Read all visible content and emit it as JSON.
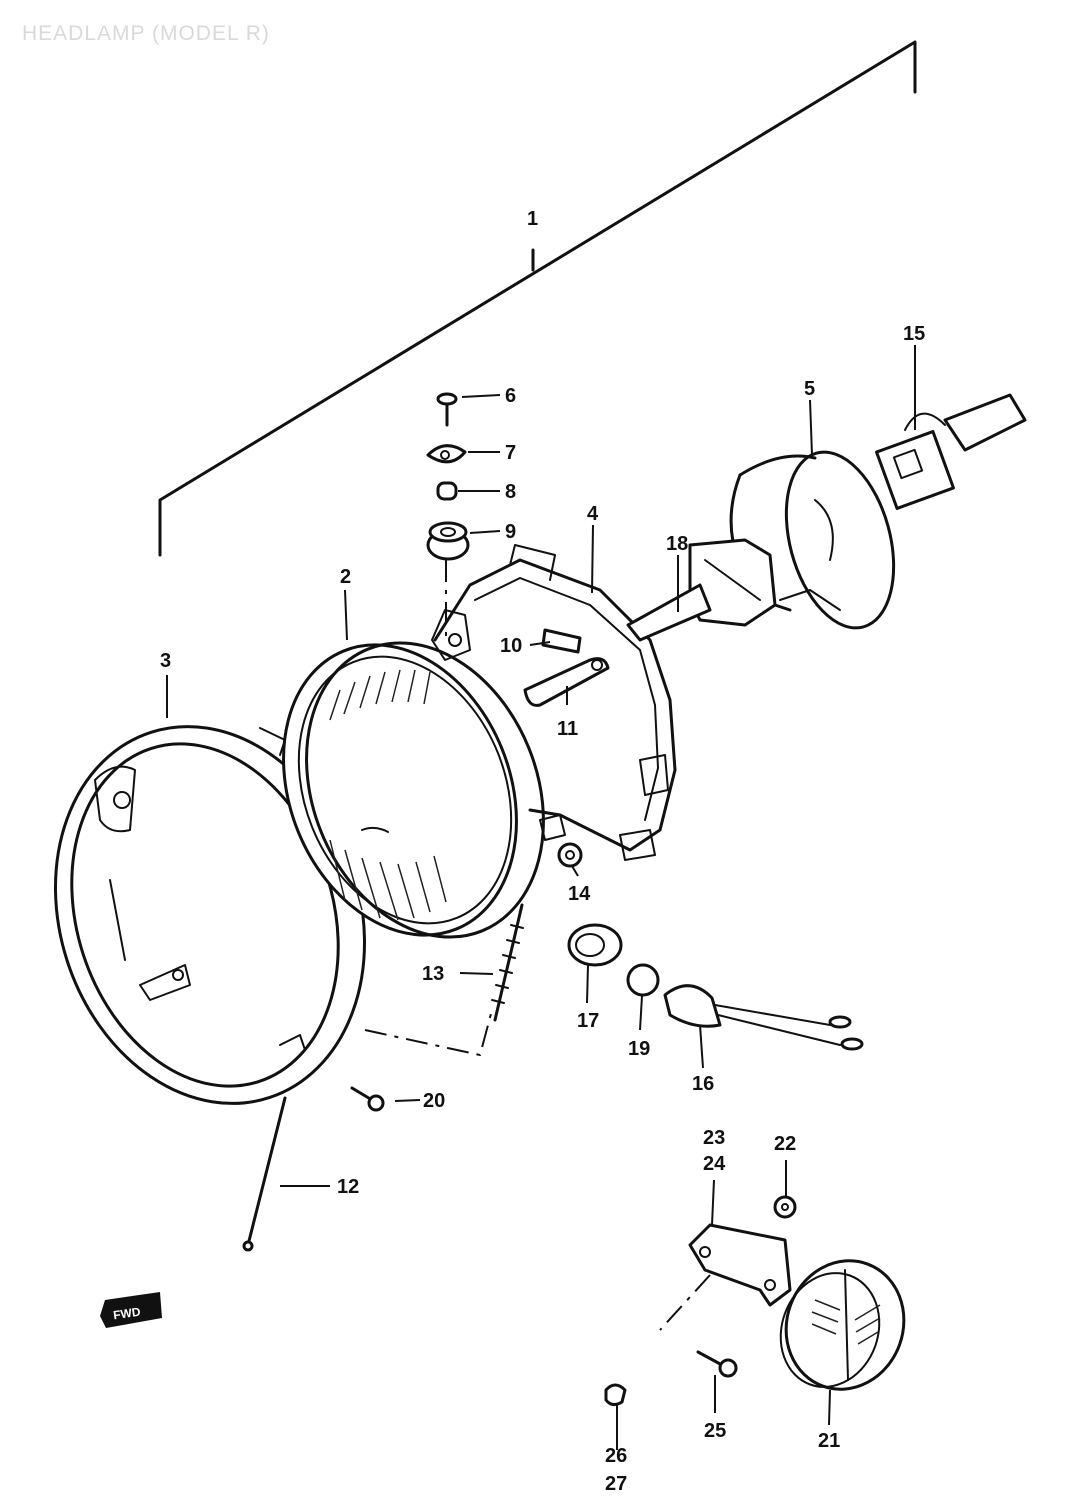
{
  "title": "HEADLAMP (MODEL R)",
  "direction_badge": "FWD",
  "callouts": {
    "c1": "1",
    "c2": "2",
    "c3": "3",
    "c4": "4",
    "c5": "5",
    "c6": "6",
    "c7": "7",
    "c8": "8",
    "c9": "9",
    "c10": "10",
    "c11": "11",
    "c12": "12",
    "c13": "13",
    "c14": "14",
    "c15": "15",
    "c16": "16",
    "c17": "17",
    "c18": "18",
    "c19": "19",
    "c20": "20",
    "c21": "21",
    "c22": "22",
    "c23": "23",
    "c24": "24",
    "c25": "25",
    "c26": "26",
    "c27": "27"
  }
}
